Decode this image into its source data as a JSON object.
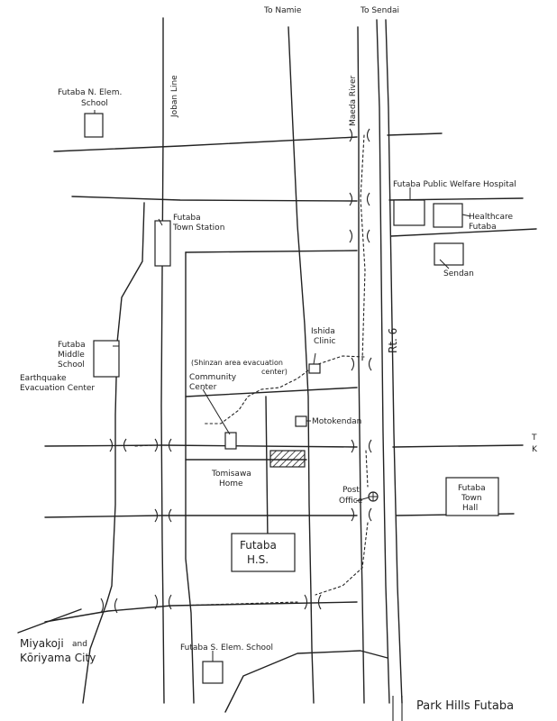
{
  "labels": {
    "to_namie": "To Namie",
    "to_sendai": "To Sendai",
    "maeda_river": "Maeda River",
    "joban_line": "Joban Line",
    "rt6": "Rt. 6",
    "n_elem_1": "Futaba N. Elem.",
    "n_elem_2": "School",
    "welfare_hospital": "Futaba Public Welfare Hospital",
    "healthcare_1": "Healthcare",
    "healthcare_2": "Futaba",
    "sendan": "Sendan",
    "station_1": "Futaba",
    "station_2": "Town Station",
    "middle_1": "Futaba",
    "middle_2": "Middle",
    "middle_3": "School",
    "quake_1": "Earthquake",
    "quake_2": "Evacuation Center",
    "ishida_1": "Ishida",
    "ishida_2": "Clinic",
    "shinzan_1": "(Shinzan area evacuation",
    "shinzan_2": "center)",
    "community_1": "Community",
    "community_2": "Center",
    "motokendan": "Motokendan",
    "edge_t": "T",
    "edge_k": "K",
    "tomisawa_1": "Tomisawa",
    "tomisawa_2": "Home",
    "post_1": "Post",
    "post_2": "Office",
    "town_hall_1": "Futaba",
    "town_hall_2": "Town",
    "town_hall_3": "Hall",
    "futaba_hs_1": "Futaba",
    "futaba_hs_2": "H.S.",
    "miyakoji_1": "Miyakoji",
    "miyakoji_2": "and",
    "miyakoji_3": "Kōriyama City",
    "s_elem": "Futaba S. Elem. School",
    "park_hills": "Park Hills Futaba"
  }
}
